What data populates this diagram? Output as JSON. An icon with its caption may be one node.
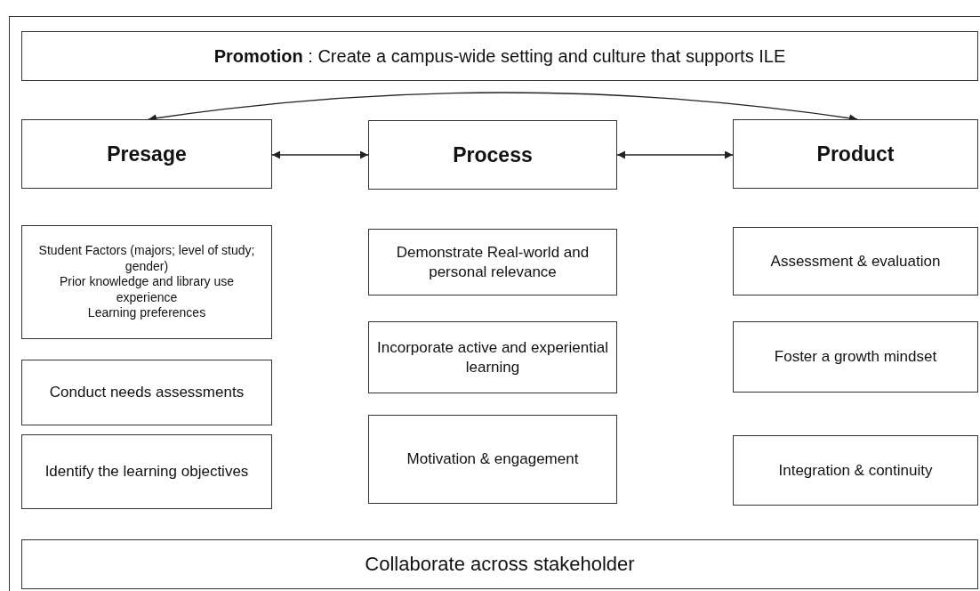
{
  "diagram": {
    "nodes": [
      {
        "text": [
          "**Promotion** : Create a campus-wide setting and culture that supports ILE"
        ]
      },
      {
        "text": [
          "Presage"
        ]
      },
      {
        "text": [
          "Process"
        ]
      },
      {
        "text": [
          "Product"
        ]
      },
      {
        "text": [
          "Student Factors (majors; level of study; gender)",
          "Prior knowledge and library use experience",
          "Learning preferences"
        ]
      },
      {
        "text": [
          "Conduct needs assessments"
        ]
      },
      {
        "text": [
          "Identify the learning objectives"
        ]
      },
      {
        "text": [
          "Demonstrate Real-world and personal relevance"
        ]
      },
      {
        "text": [
          "Incorporate active and experiential learning"
        ]
      },
      {
        "text": [
          "Motivation & engagement"
        ]
      },
      {
        "text": [
          "Assessment & evaluation"
        ]
      },
      {
        "text": [
          "Foster a growth mindset"
        ]
      },
      {
        "text": [
          "Integration & continuity"
        ]
      },
      {
        "text": [
          "Collaborate across stakeholder"
        ]
      }
    ],
    "edges": [
      {
        "from": 1,
        "to": 2,
        "arrow": "both"
      },
      {
        "from": 2,
        "to": 3,
        "arrow": "both"
      },
      {
        "from": 1,
        "to": 3,
        "arrow": "both"
      }
    ]
  }
}
